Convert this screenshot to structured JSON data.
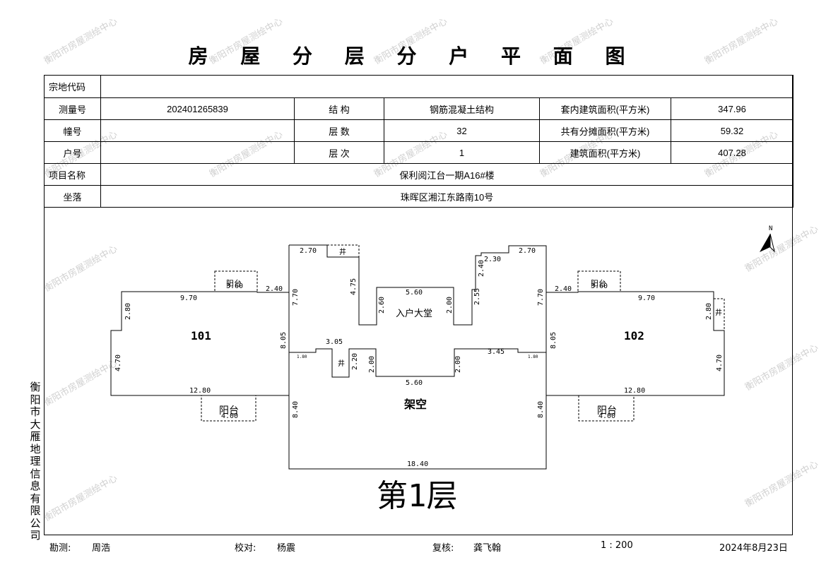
{
  "title": "房 屋 分 层 分 户 平 面 图",
  "info": {
    "parcel_code_label": "宗地代码",
    "parcel_code_value": "",
    "survey_no_label": "测量号",
    "survey_no_value": "202401265839",
    "structure_label": "结 构",
    "structure_value": "钢筋混凝土结构",
    "inner_area_label": "套内建筑面积(平方米)",
    "inner_area_value": "347.96",
    "building_no_label": "幢号",
    "building_no_value": "",
    "floors_label": "层 数",
    "floors_value": "32",
    "shared_area_label": "共有分摊面积(平方米)",
    "shared_area_value": "59.32",
    "unit_no_label": "户号",
    "unit_no_value": "",
    "floor_label": "层 次",
    "floor_value": "1",
    "total_area_label": "建筑面积(平方米)",
    "total_area_value": "407.28",
    "project_label": "项目名称",
    "project_value": "保利阅江台一期A16#楼",
    "address_label": "坐落",
    "address_value": "珠晖区湘江东路南10号"
  },
  "plan": {
    "unit_101": "101",
    "unit_102": "102",
    "lobby": "入户大堂",
    "open_space": "架空",
    "balcony": "阳台",
    "floor_caption": "第1层",
    "north": "N",
    "shaft": "井",
    "dims": {
      "d_9_70": "9.70",
      "d_2_80": "2.80",
      "d_4_70": "4.70",
      "d_12_80": "12.80",
      "d_3_60": "3.60",
      "d_2_40": "2.40",
      "d_7_70": "7.70",
      "d_8_05": "8.05",
      "d_2_70": "2.70",
      "d_4_75": "4.75",
      "d_2_60": "2.60",
      "d_5_60": "5.60",
      "d_2_00": "2.00",
      "d_2_55": "2.55",
      "d_2_30": "2.30",
      "d_3_05": "3.05",
      "d_3_45": "3.45",
      "d_1_80": "1.80",
      "d_2_20": "2.20",
      "d_4_00": "4.00",
      "d_8_40": "8.40",
      "d_18_40": "18.40"
    }
  },
  "side_text": "衡阳市大雁地理信息有限公司",
  "footer": {
    "surveyor_label": "勘测:",
    "surveyor": "周浩",
    "checker_label": "校对:",
    "checker": "杨震",
    "reviewer_label": "复核:",
    "reviewer": "龚飞翰",
    "scale": "1 : 200",
    "date": "2024年8月23日"
  },
  "watermark": "衡阳市房屋测绘中心"
}
